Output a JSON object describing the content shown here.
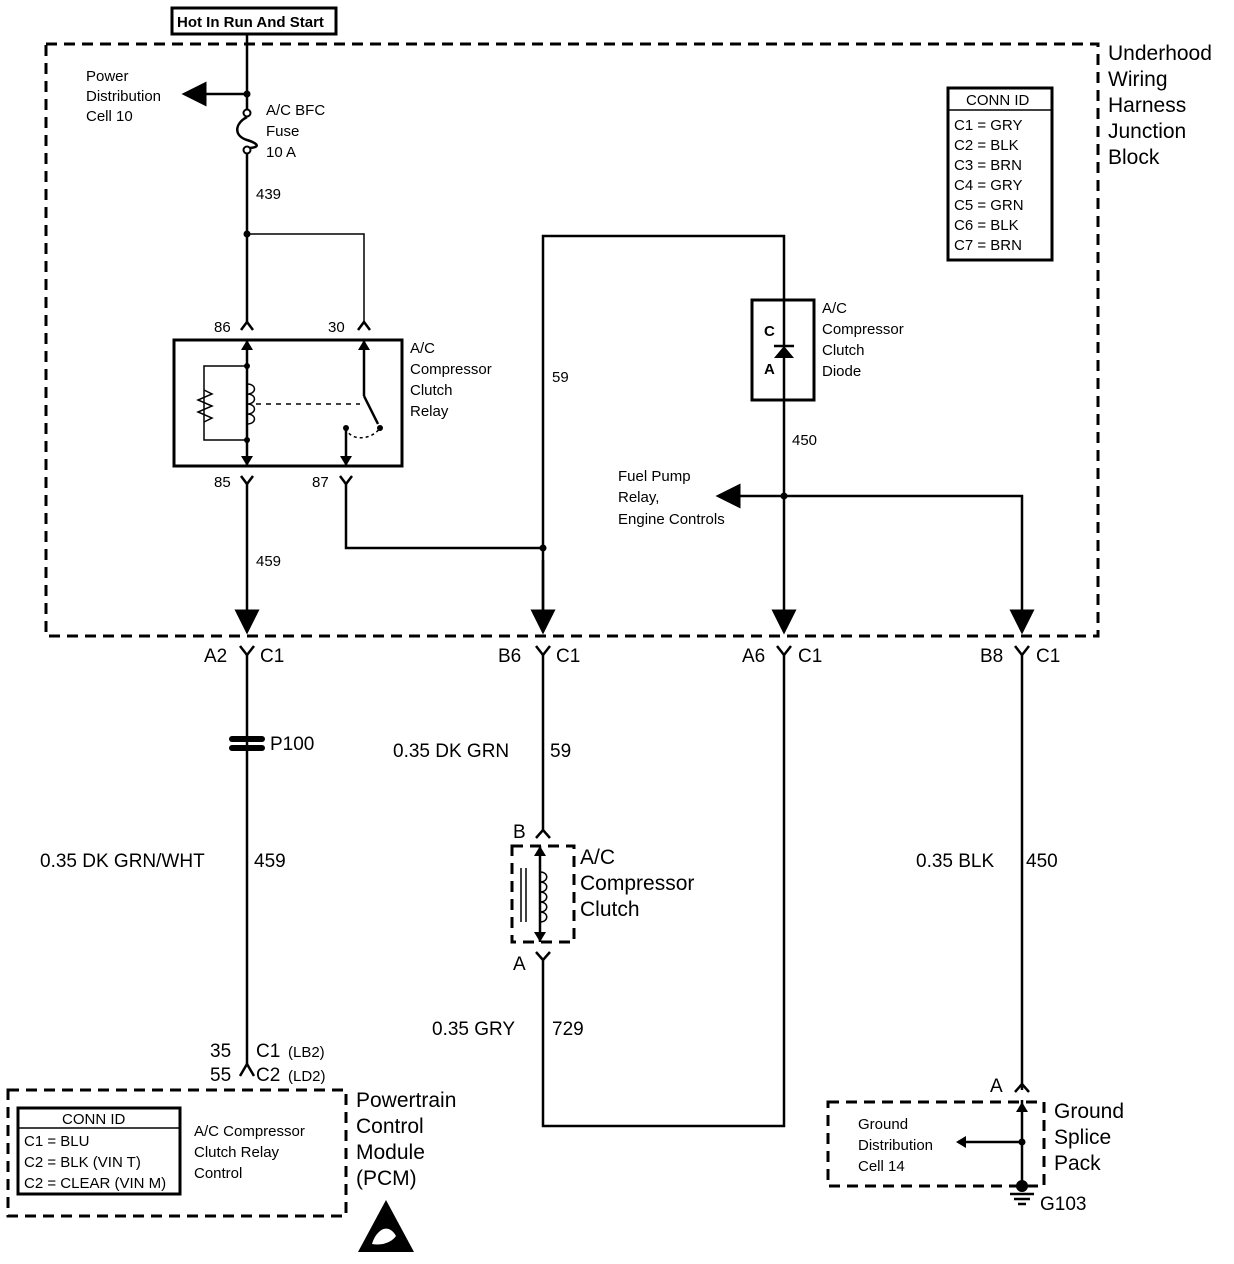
{
  "top_label": "Hot In Run And Start",
  "junction_block": [
    "Underhood",
    "Wiring",
    "Harness",
    "Junction",
    "Block"
  ],
  "conn_id_block": {
    "title": "CONN ID",
    "rows": [
      "C1 = GRY",
      "C2 = BLK",
      "C3 = BRN",
      "C4 = GRY",
      "C5 = GRN",
      "C6 = BLK",
      "C7 = BRN"
    ]
  },
  "power_distribution": [
    "Power",
    "Distribution",
    "Cell 10"
  ],
  "fuse": [
    "A/C BFC",
    "Fuse",
    "10 A"
  ],
  "circuit_439": "439",
  "relay": {
    "name": [
      "A/C",
      "Compressor",
      "Clutch",
      "Relay"
    ],
    "pin86": "86",
    "pin30": "30",
    "pin85": "85",
    "pin87": "87"
  },
  "circuit_59_inner": "59",
  "diode": {
    "name": [
      "A/C",
      "Compressor",
      "Clutch",
      "Diode"
    ],
    "c": "C",
    "a": "A"
  },
  "circuit_450_inner": "450",
  "fuel_pump": [
    "Fuel Pump",
    "Relay,",
    "Engine Controls"
  ],
  "circuit_459_inner": "459",
  "connectors": [
    {
      "pin": "A2",
      "conn": "C1"
    },
    {
      "pin": "B6",
      "conn": "C1"
    },
    {
      "pin": "A6",
      "conn": "C1"
    },
    {
      "pin": "B8",
      "conn": "C1"
    }
  ],
  "splice_p100": "P100",
  "wire_459": {
    "gauge": "0.35 DK GRN/WHT",
    "circuit": "459"
  },
  "wire_59": {
    "gauge": "0.35 DK GRN",
    "circuit": "59"
  },
  "wire_729": {
    "gauge": "0.35 GRY",
    "circuit": "729"
  },
  "wire_450": {
    "gauge": "0.35 BLK",
    "circuit": "450"
  },
  "clutch": {
    "name": [
      "A/C",
      "Compressor",
      "Clutch"
    ],
    "b": "B",
    "a": "A"
  },
  "pcm_pins": {
    "pin35": "35",
    "c1": "C1",
    "c1_note": "(LB2)",
    "pin55": "55",
    "c2": "C2",
    "c2_note": "(LD2)"
  },
  "pcm": {
    "name": [
      "Powertrain",
      "Control",
      "Module",
      "(PCM)"
    ],
    "conn_title": "CONN ID",
    "conn_rows": [
      "C1 = BLU",
      "C2 = BLK (VIN T)",
      "C2 = CLEAR (VIN M)"
    ],
    "function": [
      "A/C Compressor",
      "Clutch Relay",
      "Control"
    ]
  },
  "ground_splice": {
    "pin": "A",
    "name": [
      "Ground",
      "Splice",
      "Pack"
    ],
    "distribution": [
      "Ground",
      "Distribution",
      "Cell 14"
    ],
    "ground_id": "G103"
  }
}
